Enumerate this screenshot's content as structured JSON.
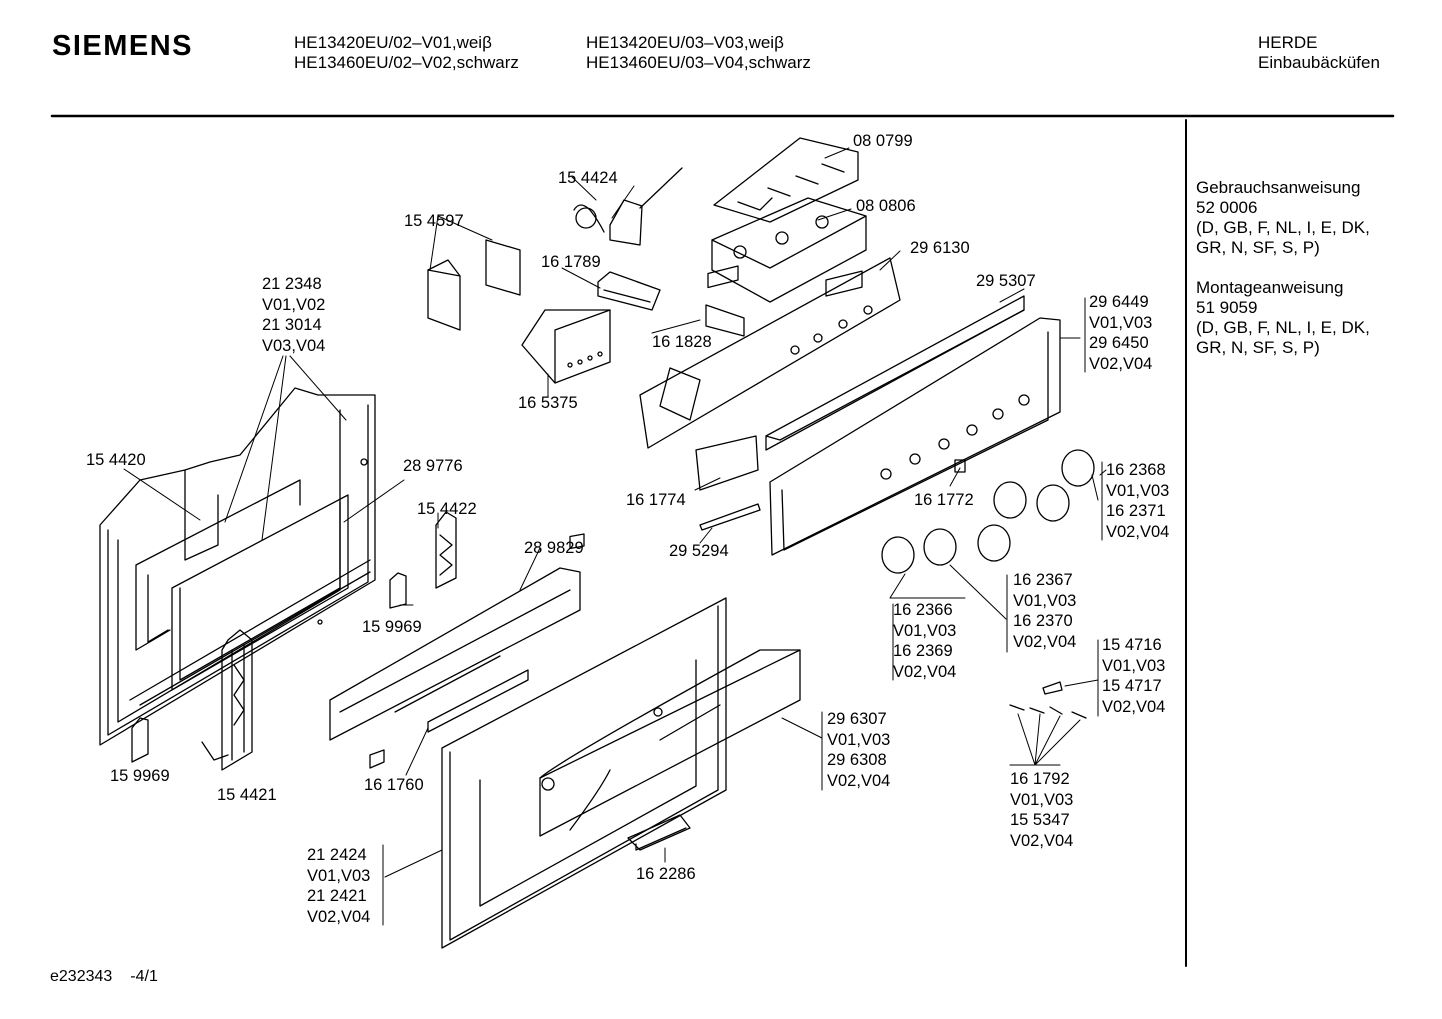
{
  "header": {
    "brand": "SIEMENS",
    "models_col1": [
      "HE13420EU/02–V01,weiβ",
      "HE13460EU/02–V02,schwarz"
    ],
    "models_col2": [
      "HE13420EU/03–V03,weiβ",
      "HE13460EU/03–V04,schwarz"
    ],
    "category": [
      "HERDE",
      "Einbaubäcküfen"
    ]
  },
  "side_panel": {
    "manual": [
      "Gebrauchsanweisung",
      "52 0006",
      "(D, GB, F, NL, I, E, DK,",
      "GR, N, SF, S, P)"
    ],
    "install": [
      "Montageanweisung",
      "51 9059",
      "(D, GB, F, NL, I, E, DK,",
      "GR, N, SF, S, P)"
    ]
  },
  "footer": {
    "doc_id": "e232343",
    "page": "-4/1"
  },
  "part_labels": {
    "p080799": [
      "08 0799"
    ],
    "p154424": [
      "15 4424"
    ],
    "p080806": [
      "08 0806"
    ],
    "p154597": [
      "15 4597"
    ],
    "p296130": [
      "29 6130"
    ],
    "p161789": [
      "16 1789"
    ],
    "p212348": [
      "21 2348",
      "V01,V02",
      "21 3014",
      "V03,V04"
    ],
    "p295307": [
      "29 5307"
    ],
    "p296449": [
      "29 6449",
      "V01,V03",
      "29 6450",
      "V02,V04"
    ],
    "p161828": [
      "16 1828"
    ],
    "p165375": [
      "16 5375"
    ],
    "p154420": [
      "15 4420"
    ],
    "p289776": [
      "28 9776"
    ],
    "p162368": [
      "16 2368",
      "V01,V03",
      "16 2371",
      "V02,V04"
    ],
    "p161774": [
      "16 1774"
    ],
    "p161772": [
      "16 1772"
    ],
    "p154422": [
      "15 4422"
    ],
    "p289829": [
      "28 9829"
    ],
    "p295294": [
      "29 5294"
    ],
    "p162367": [
      "16 2367",
      "V01,V03",
      "16 2370",
      "V02,V04"
    ],
    "p159969a": [
      "15 9969"
    ],
    "p162366": [
      "16 2366",
      "V01,V03",
      "16 2369",
      "V02,V04"
    ],
    "p154716": [
      "15 4716",
      "V01,V03",
      "15 4717",
      "V02,V04"
    ],
    "p296307": [
      "29 6307",
      "V01,V03",
      "29 6308",
      "V02,V04"
    ],
    "p159969b": [
      "15 9969"
    ],
    "p154421": [
      "15 4421"
    ],
    "p161760": [
      "16 1760"
    ],
    "p161792": [
      "16 1792",
      "V01,V03",
      "15 5347",
      "V02,V04"
    ],
    "p162286": [
      "16 2286"
    ],
    "p212424": [
      "21 2424",
      "V01,V03",
      "21 2421",
      "V02,V04"
    ]
  }
}
